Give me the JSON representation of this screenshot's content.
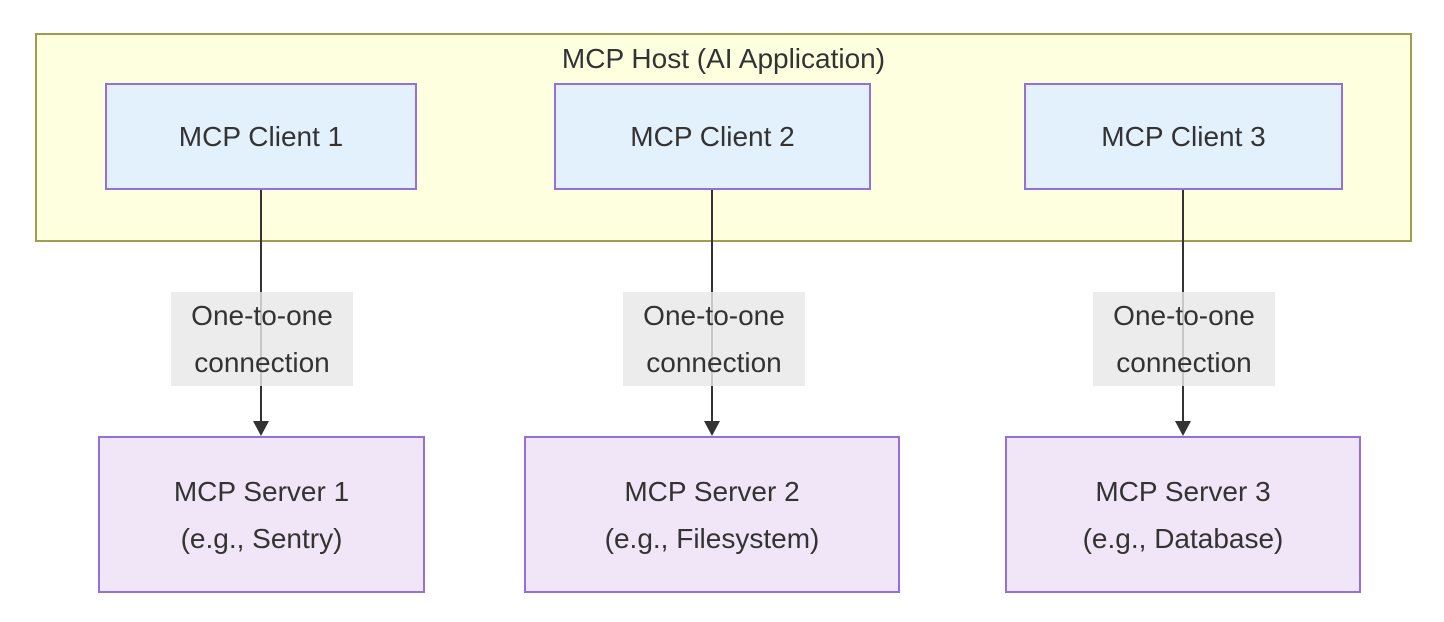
{
  "host": {
    "title": "MCP Host (AI Application)"
  },
  "clients": [
    {
      "label": "MCP Client 1"
    },
    {
      "label": "MCP Client 2"
    },
    {
      "label": "MCP Client 3"
    }
  ],
  "connections": [
    {
      "line1": "One-to-one",
      "line2": "connection"
    },
    {
      "line1": "One-to-one",
      "line2": "connection"
    },
    {
      "line1": "One-to-one",
      "line2": "connection"
    }
  ],
  "servers": [
    {
      "line1": "MCP Server 1",
      "line2": "(e.g., Sentry)"
    },
    {
      "line1": "MCP Server 2",
      "line2": "(e.g., Filesystem)"
    },
    {
      "line1": "MCP Server 3",
      "line2": "(e.g., Database)"
    }
  ],
  "colors": {
    "host_fill": "#fdffdf",
    "host_border": "#9d9f4e",
    "client_fill": "#e3f1fc",
    "server_fill": "#f1e5f8",
    "node_border": "#9370db",
    "edge": "#333333",
    "edge_label_bg": "rgba(232,232,232,0.82)",
    "text": "#333333",
    "background": "#ffffff"
  }
}
